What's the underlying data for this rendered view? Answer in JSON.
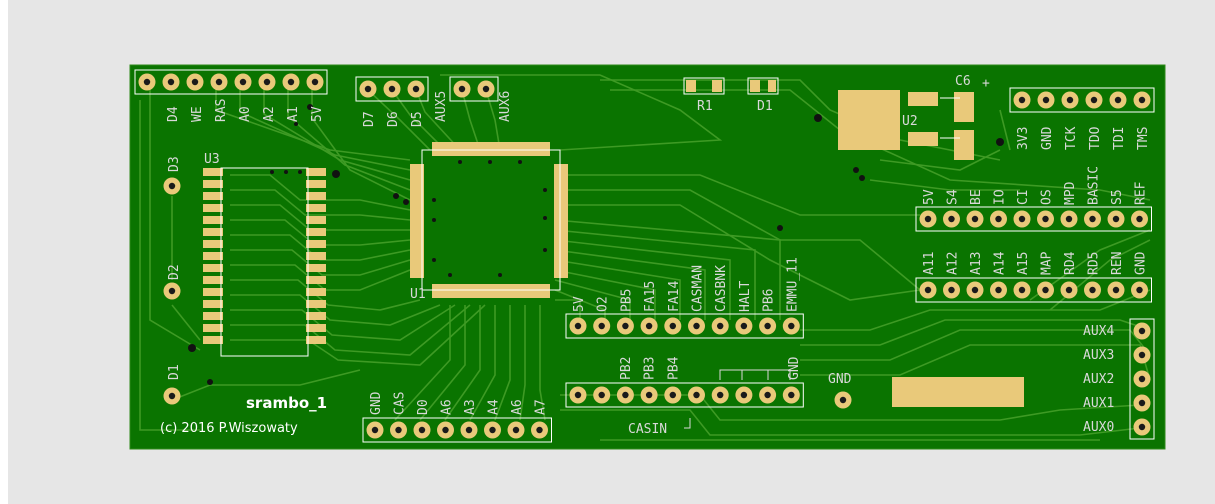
{
  "board": {
    "title": "srambo_1",
    "copyright": "(c) 2016 P.Wiszowaty",
    "colors": {
      "background": "#e6e6e6",
      "pcb": "#0a7400",
      "trace": "#3e9a24",
      "pad": "#e9c97a",
      "silkscreen": "#ffffff",
      "label": "#d9d9d9"
    }
  },
  "components": {
    "u3": "U3",
    "u1": "U1",
    "u2": "U2",
    "r1": "R1",
    "d1_led": "D1",
    "c6": "C6",
    "plus": "+",
    "d1_side": "D1",
    "d2_side": "D2",
    "d3_side": "D3",
    "casin": "CASIN"
  },
  "headers": {
    "top_left": [
      "D4",
      "WE",
      "RAS",
      "A0",
      "A2",
      "A1",
      "5V"
    ],
    "top_d": [
      "D7",
      "D6",
      "D5"
    ],
    "top_aux": [
      "AUX5",
      "AUX6"
    ],
    "jtag": [
      "3V3",
      "GND",
      "TCK",
      "TDO",
      "TDI",
      "TMS"
    ],
    "right_upper": [
      "5V",
      "S4",
      "BE",
      "IO",
      "CI",
      "OS",
      "MPD",
      "BASIC",
      "S5",
      "REF"
    ],
    "right_lower": [
      "A11",
      "A12",
      "A13",
      "A14",
      "A15",
      "MAP",
      "RD4",
      "RD5",
      "REN",
      "GND"
    ],
    "mid_upper": [
      "5V",
      "O2",
      "PB5",
      "FA15",
      "FA14",
      "CASMAN",
      "CASBNK",
      "HALT",
      "PB6",
      "EMMU_11"
    ],
    "mid_lower": [
      "PB2",
      "PB3",
      "PB4",
      "GND"
    ],
    "bottom_left": [
      "GND",
      "CAS",
      "D0",
      "A6",
      "A3",
      "A4",
      "A6",
      "A7"
    ],
    "gnd_single": "GND",
    "aux_right": [
      "AUX4",
      "AUX3",
      "AUX2",
      "AUX1",
      "AUX0"
    ]
  }
}
